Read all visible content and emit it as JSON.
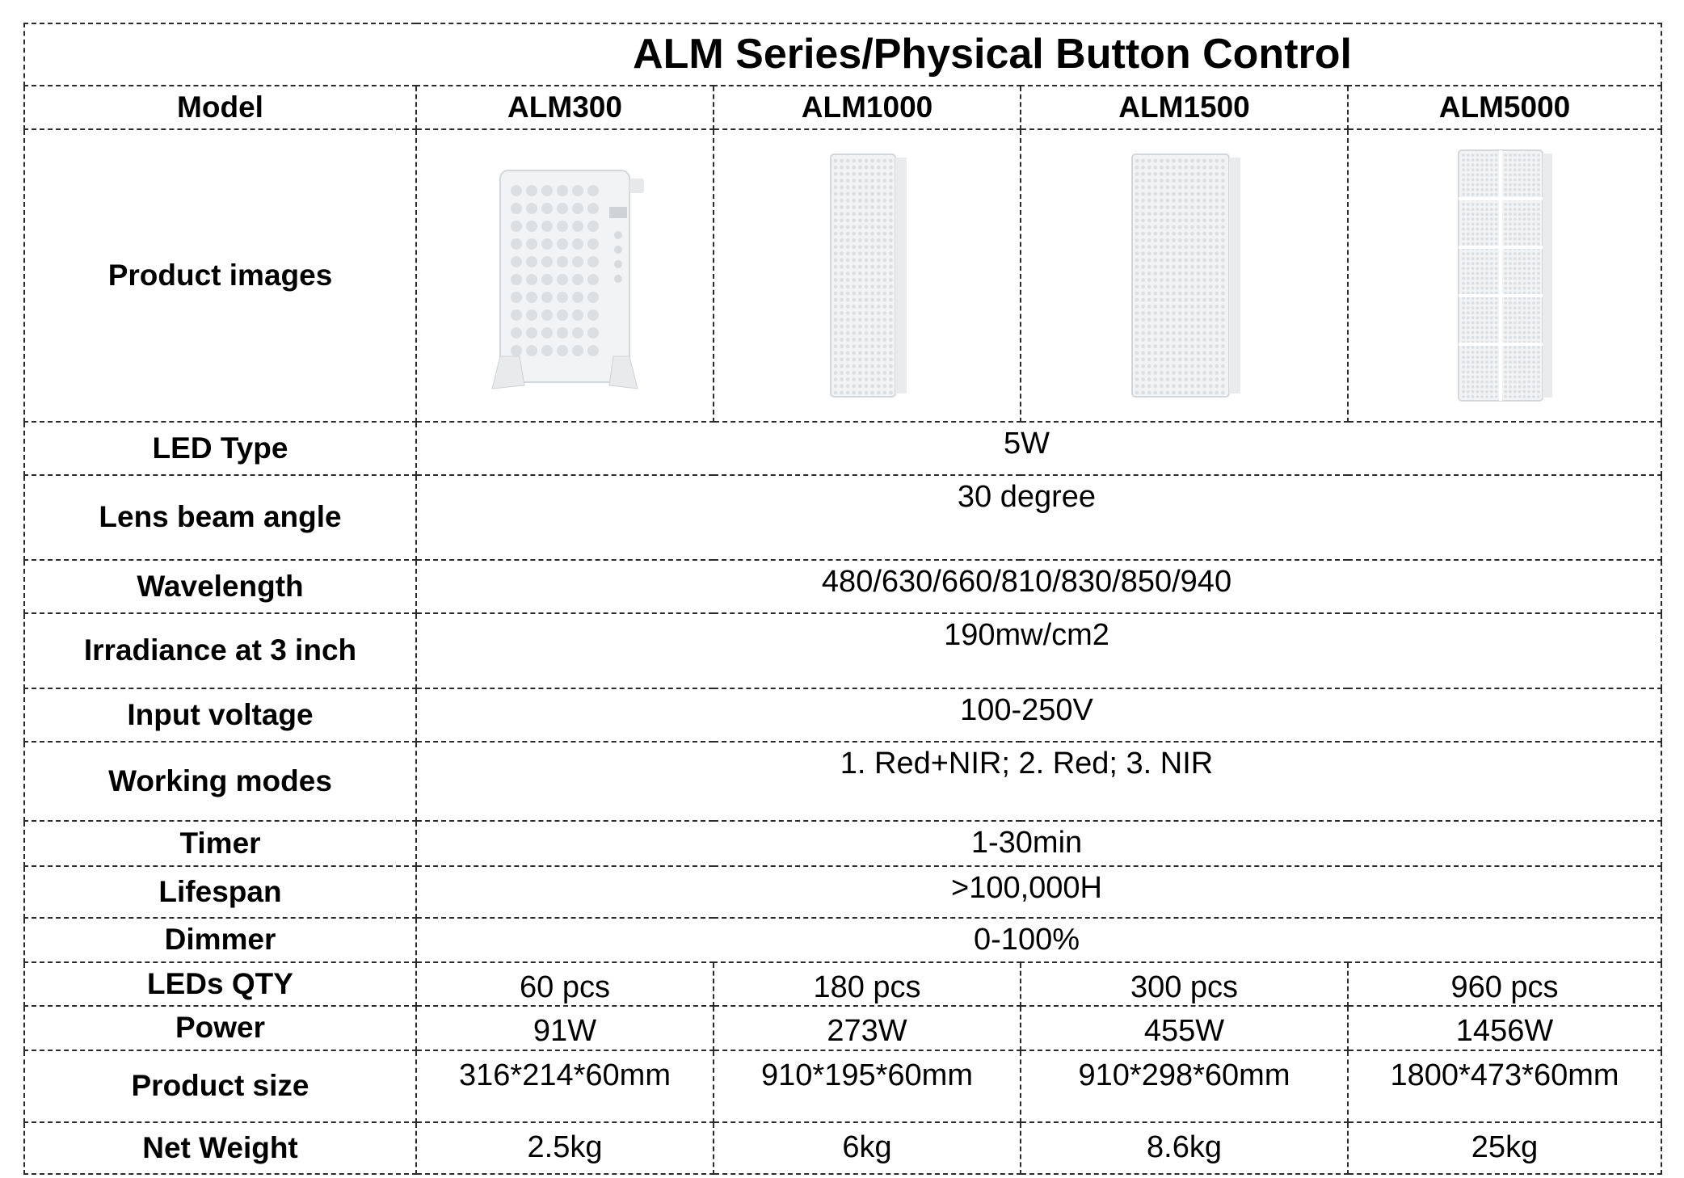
{
  "title": "ALM Series/Physical Button Control",
  "header": {
    "model_label": "Model",
    "models": [
      "ALM300",
      "ALM1000",
      "ALM1500",
      "ALM5000"
    ]
  },
  "images_label": "Product images",
  "product_images": [
    {
      "icon": "panel-alm300-image"
    },
    {
      "icon": "panel-alm1000-image"
    },
    {
      "icon": "panel-alm1500-image"
    },
    {
      "icon": "panel-alm5000-image"
    }
  ],
  "shared_specs": {
    "led_type": {
      "label": "LED Type",
      "value": "5W"
    },
    "lens_beam_angle": {
      "label": "Lens beam angle",
      "value": "30 degree"
    },
    "wavelength": {
      "label": "Wavelength",
      "value": "480/630/660/810/830/850/940"
    },
    "irradiance": {
      "label": "Irradiance at 3 inch",
      "value": "190mw/cm2"
    },
    "input_voltage": {
      "label": "Input voltage",
      "value": "100-250V"
    },
    "working_modes": {
      "label": "Working modes",
      "value": "1. Red+NIR; 2. Red; 3. NIR"
    },
    "timer": {
      "label": "Timer",
      "value": "1-30min"
    },
    "lifespan": {
      "label": "Lifespan",
      "value": ">100,000H"
    },
    "dimmer": {
      "label": "Dimmer",
      "value": "0-100%"
    }
  },
  "per_model_specs": {
    "leds_qty": {
      "label": "LEDs QTY",
      "values": [
        "60 pcs",
        "180 pcs",
        "300 pcs",
        "960 pcs"
      ]
    },
    "power": {
      "label": "Power",
      "values": [
        "91W",
        "273W",
        "455W",
        "1456W"
      ]
    },
    "product_size": {
      "label": "Product size",
      "values": [
        "316*214*60mm",
        "910*195*60mm",
        "910*298*60mm",
        "1800*473*60mm"
      ]
    },
    "net_weight": {
      "label": "Net Weight",
      "values": [
        "2.5kg",
        "6kg",
        "8.6kg",
        "25kg"
      ]
    }
  },
  "colors": {
    "border": "#2a2a2a",
    "panel": "#f2f3f4",
    "led": "#dcdfe2"
  }
}
